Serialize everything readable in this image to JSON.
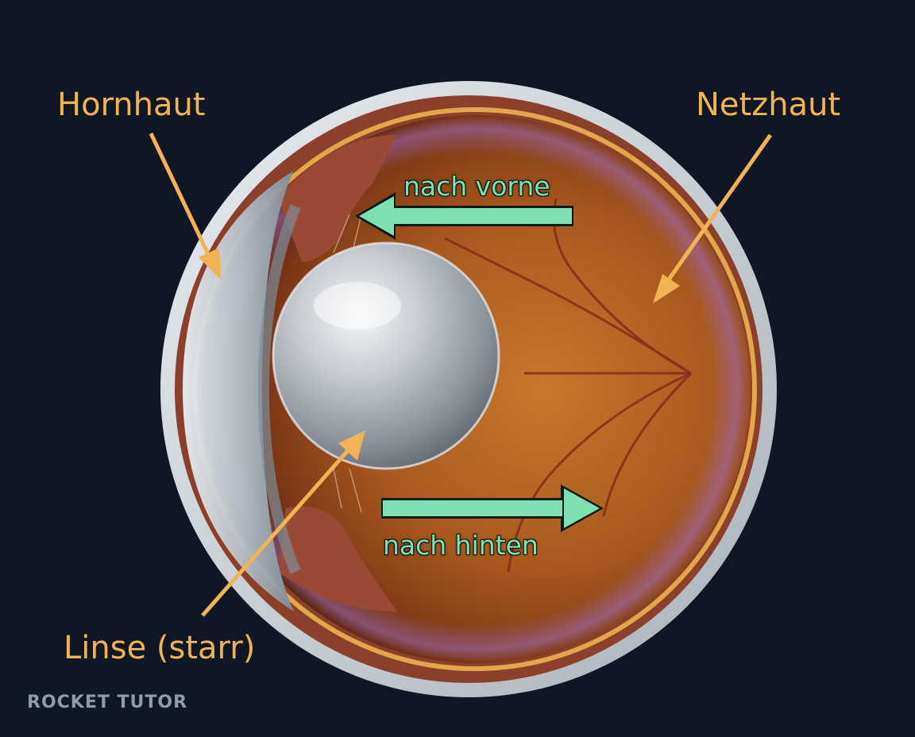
{
  "labels": {
    "cornea": "Hornhaut",
    "retina": "Netzhaut",
    "lens": "Linse (starr)",
    "forward": "nach vorne",
    "backward": "nach hinten"
  },
  "logo": "ROCKET TUTOR",
  "colors": {
    "background": "#0f1724",
    "label": "#f2b453",
    "direction_arrow": "#7fe0b4"
  }
}
